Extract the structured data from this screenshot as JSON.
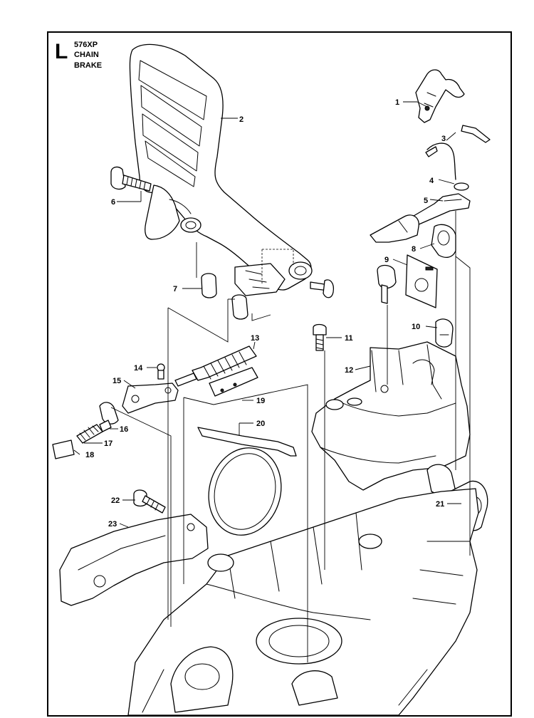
{
  "header": {
    "section_letter": "L",
    "title_lines": [
      "576XP",
      "CHAIN",
      "BRAKE"
    ]
  },
  "callouts": [
    "1",
    "2",
    "3",
    "4",
    "5",
    "6",
    "7",
    "8",
    "9",
    "10",
    "11",
    "12",
    "13",
    "14",
    "15",
    "16",
    "17",
    "18",
    "19",
    "20",
    "21",
    "22",
    "23"
  ],
  "colors": {
    "ink": "#000000",
    "paper": "#ffffff"
  }
}
